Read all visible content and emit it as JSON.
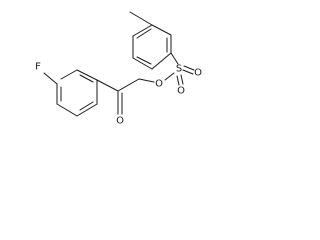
{
  "molecule": {
    "atoms": {
      "fluorine": "F",
      "ketone_oxygen": "O",
      "ester_oxygen": "O",
      "sulfur": "S",
      "sulfonyl_oxygen_upper": "O",
      "sulfonyl_oxygen_lower": "O"
    }
  }
}
